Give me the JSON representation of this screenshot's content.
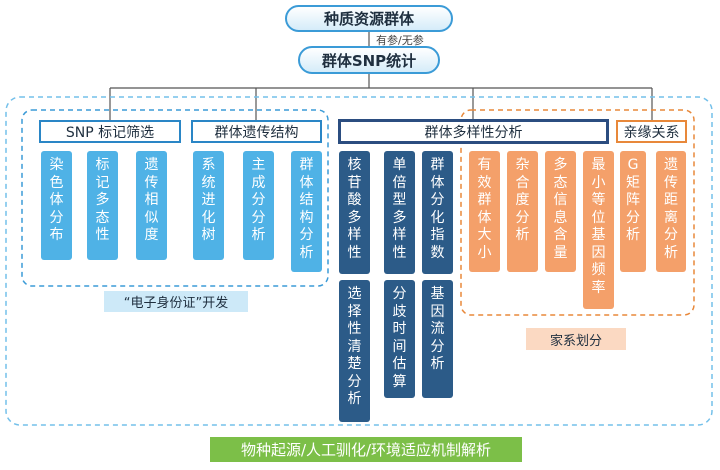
{
  "root": {
    "label": "种质资源群体"
  },
  "edge_label": "有参/无参",
  "level2": {
    "label": "群体SNP统计"
  },
  "categories": [
    {
      "label": "SNP 标记筛选",
      "items": [
        "染色体分布",
        "标记多态性",
        "遗传相似度"
      ]
    },
    {
      "label": "群体遗传结构",
      "items": [
        "系统进化树",
        "主成分分析",
        "群体结构分析"
      ]
    },
    {
      "label": "群体多样性分析",
      "items": [
        "核苷酸多样性",
        "单倍型多样性",
        "群体分化指数",
        "选择性清楚分析",
        "分歧时间估算",
        "基因流分析"
      ]
    },
    {
      "label": "亲缘关系",
      "items": []
    }
  ],
  "orange_items": [
    "有效群体大小",
    "杂合度分析",
    "多态信息含量",
    "最小等位基因频率",
    "G矩阵分析",
    "遗传距离分析"
  ],
  "group_labels": {
    "left": "“电子身份证”开发",
    "right": "家系划分"
  },
  "footer": "物种起源/人工驯化/环境适应机制解析",
  "colors": {
    "light_blue": "#4fb2e6",
    "navy": "#2c5b88",
    "orange": "#f4a06a",
    "green": "#7cbf48",
    "accent_blue": "#3b9bd7"
  }
}
